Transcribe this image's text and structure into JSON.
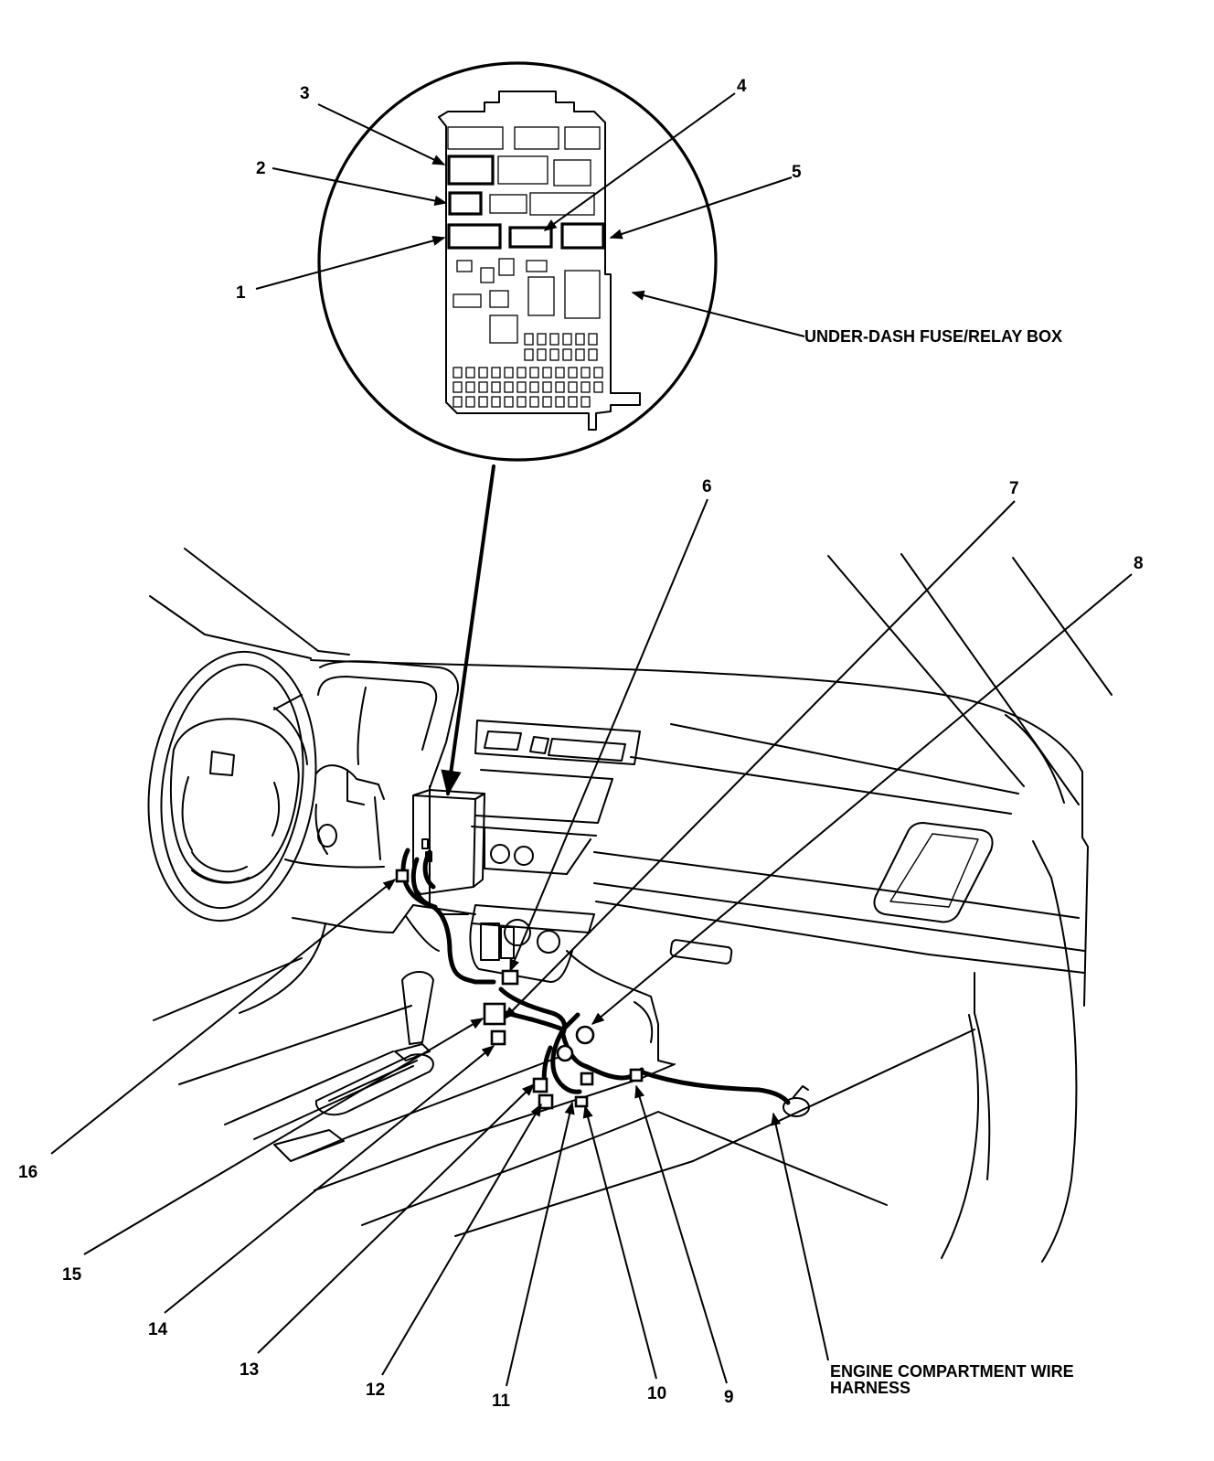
{
  "labels": {
    "fuse_box": "UNDER-DASH FUSE/RELAY BOX",
    "harness_line1": "ENGINE COMPARTMENT WIRE",
    "harness_line2": "HARNESS"
  },
  "callouts": [
    "1",
    "2",
    "3",
    "4",
    "5",
    "6",
    "7",
    "8",
    "9",
    "10",
    "11",
    "12",
    "13",
    "14",
    "15",
    "16"
  ]
}
